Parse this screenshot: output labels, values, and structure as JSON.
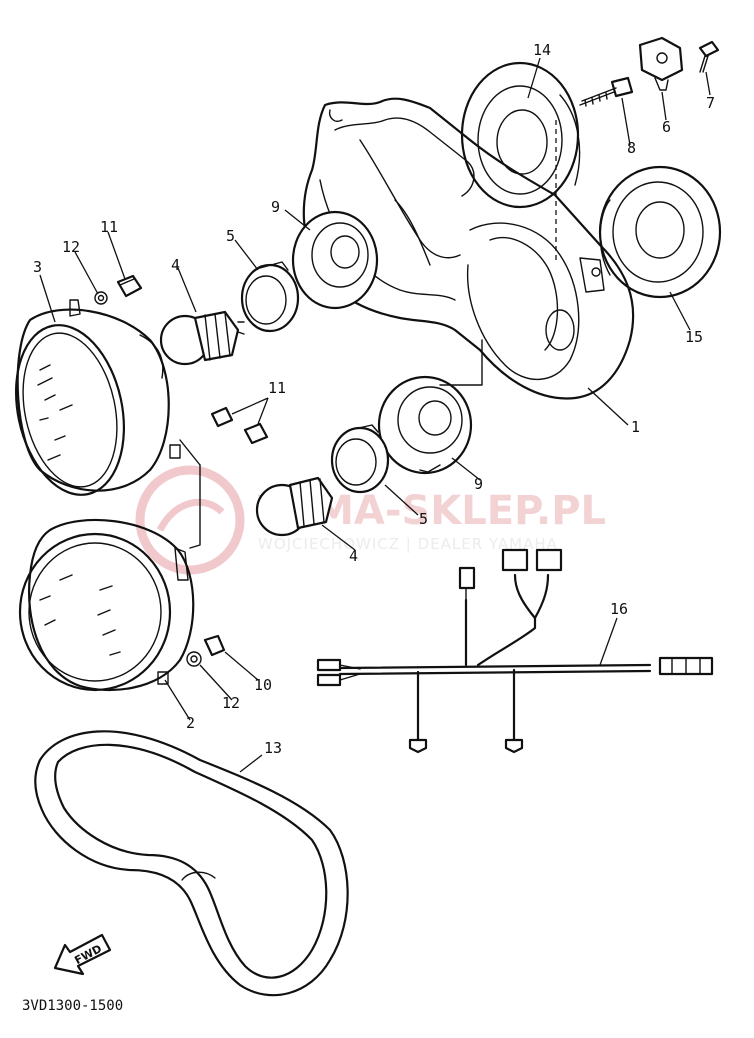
{
  "diagram": {
    "part_labels": {
      "p1": "1",
      "p2": "2",
      "p3": "3",
      "p4a": "4",
      "p4b": "4",
      "p5a": "5",
      "p5b": "5",
      "p6": "6",
      "p7": "7",
      "p8": "8",
      "p9a": "9",
      "p9b": "9",
      "p10": "10",
      "p11a": "11",
      "p11b": "11",
      "p12a": "12",
      "p12b": "12",
      "p13": "13",
      "p14": "14",
      "p15": "15",
      "p16": "16"
    },
    "diagram_code": "3VD1300-1500",
    "fwd_label": "FWD"
  },
  "watermark": {
    "name": "YAMA-SKLEP.PL",
    "subtitle": "WOJCIECHOWICZ | DEALER YAMAHA",
    "color": "#e5a6ab"
  }
}
